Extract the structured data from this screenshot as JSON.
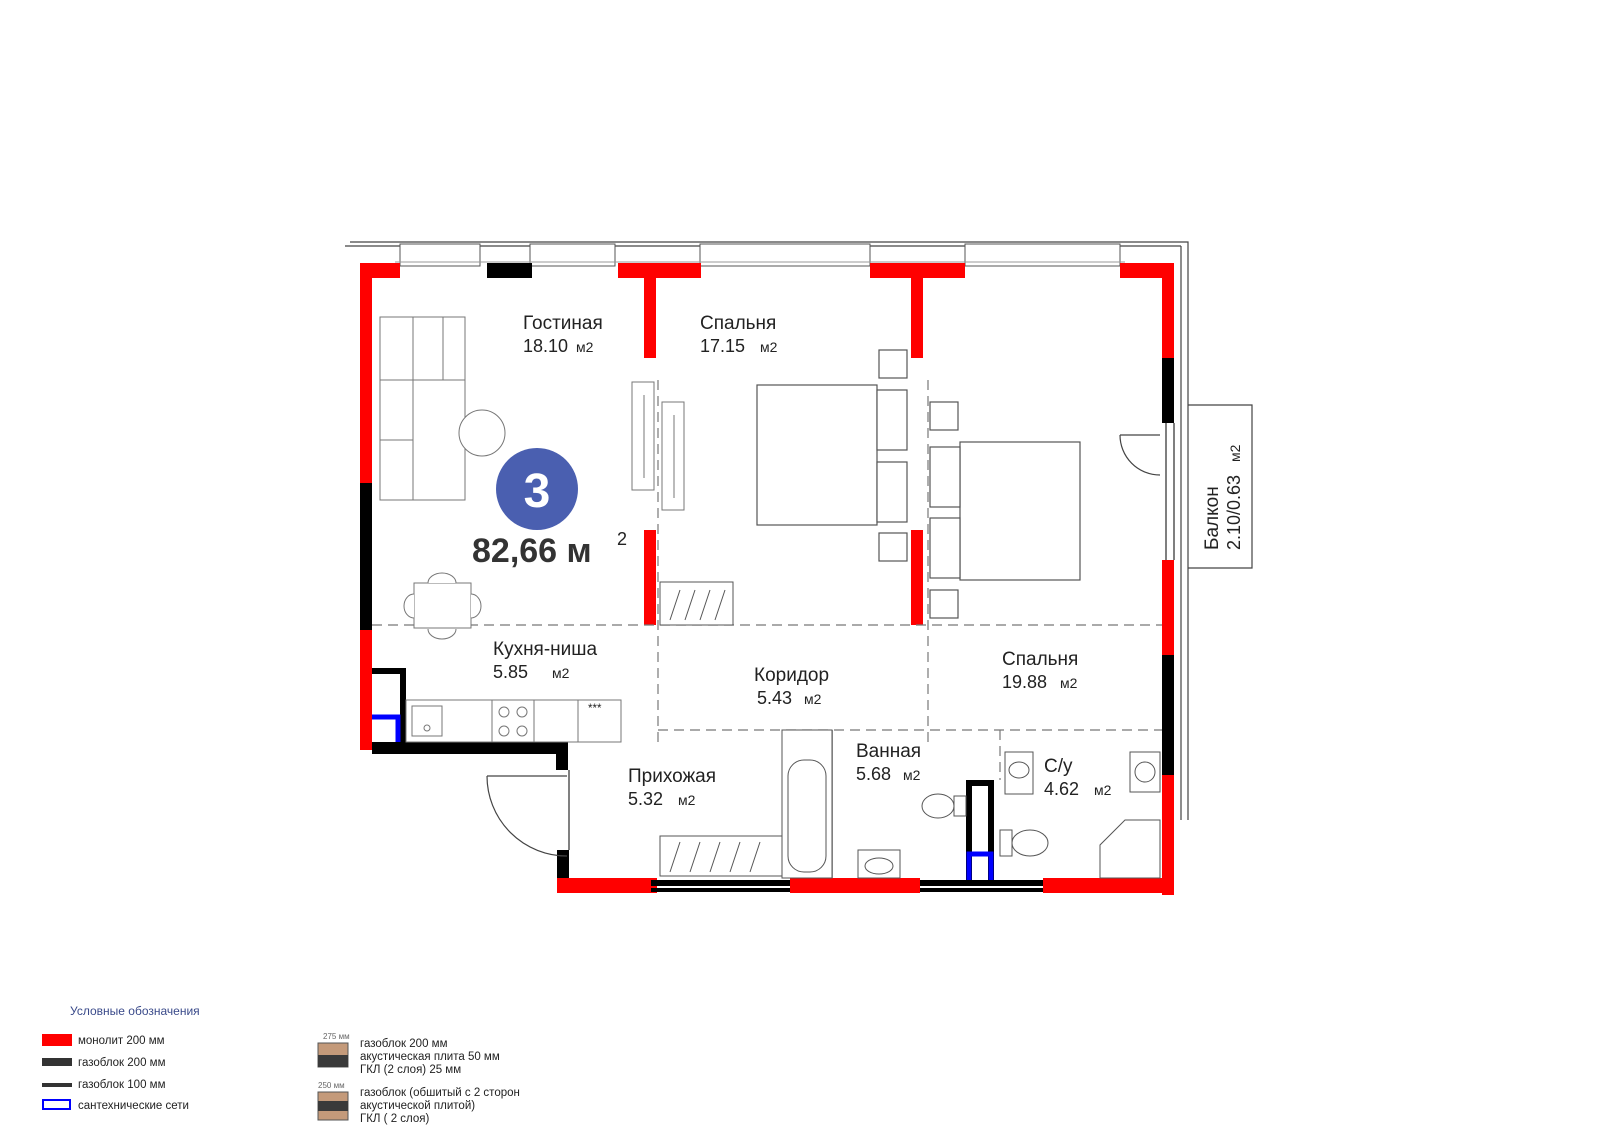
{
  "apartment": {
    "rooms_count": "3",
    "total_area": "82,66 м",
    "total_area_sup": "2"
  },
  "rooms": {
    "living": {
      "name": "Гостиная",
      "area": "18.10",
      "unit": "м2"
    },
    "bedroom1": {
      "name": "Спальня",
      "area": "17.15",
      "unit": "м2"
    },
    "kitchen": {
      "name": "Кухня-ниша",
      "area": "5.85",
      "unit": "м2"
    },
    "corridor": {
      "name": "Коридор",
      "area": "5.43",
      "unit": "м2"
    },
    "bedroom2": {
      "name": "Спальня",
      "area": "19.88",
      "unit": "м2"
    },
    "hall": {
      "name": "Прихожая",
      "area": "5.32",
      "unit": "м2"
    },
    "bath": {
      "name": "Ванная",
      "area": "5.68",
      "unit": "м2"
    },
    "wc": {
      "name": "С/у",
      "area": "4.62",
      "unit": "м2"
    },
    "balcony": {
      "name": "Балкон",
      "area": "2.10/0.63",
      "unit": "м2"
    }
  },
  "stove_marks": "***",
  "legend": {
    "title": "Условные обозначения",
    "monolith": "монолит 200 мм",
    "gasblock200": "газоблок 200 мм",
    "gasblock100": "газоблок 100 мм",
    "plumbing": "сантехнические сети",
    "composite1": {
      "dim": "275 мм",
      "line1": "газоблок 200 мм",
      "line2": "акустическая плита 50 мм",
      "line3": "ГКЛ (2 слоя) 25 мм"
    },
    "composite2": {
      "dim": "250 мм",
      "line1": "газоблок (обшитый с 2 сторон",
      "line2": "акустической плитой)",
      "line3": "ГКЛ ( 2 слоя)"
    }
  },
  "colors": {
    "monolith": "#ff0000",
    "gasblock": "#000000",
    "plumbing": "#0000ff",
    "badge": "#4a5fb0"
  }
}
